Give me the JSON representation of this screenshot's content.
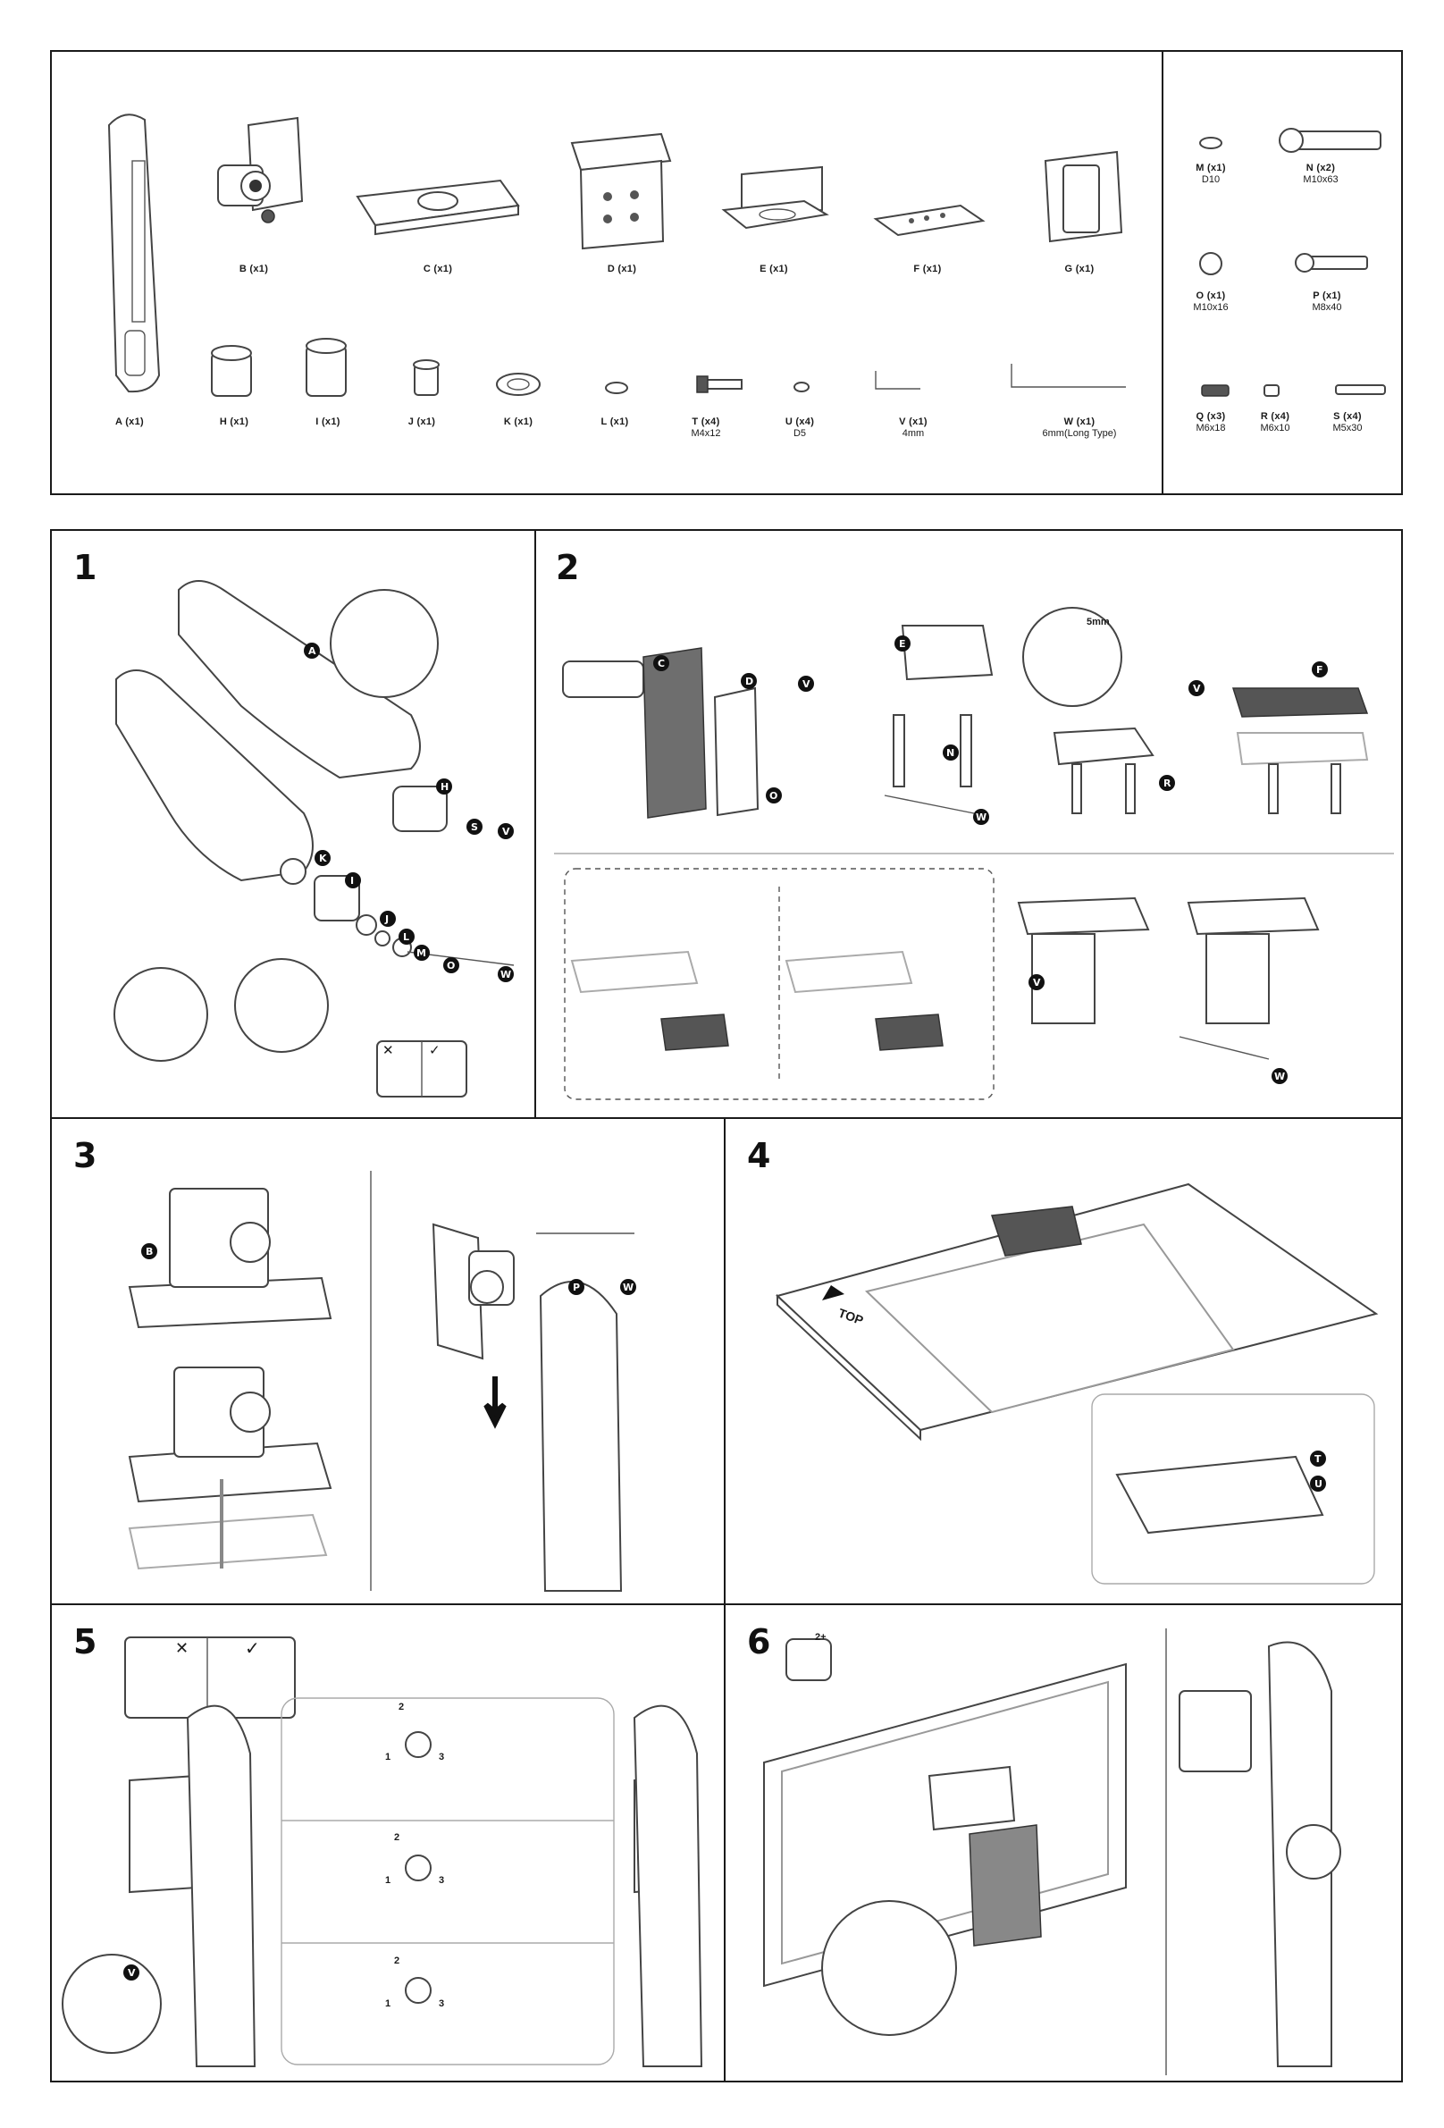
{
  "parts_top": [
    {
      "label": "B (x1)"
    },
    {
      "label": "C (x1)"
    },
    {
      "label": "D (x1)"
    },
    {
      "label": "E (x1)"
    },
    {
      "label": "F (x1)"
    },
    {
      "label": "G (x1)"
    }
  ],
  "parts_bottom": [
    {
      "label": "A (x1)",
      "sub": ""
    },
    {
      "label": "H (x1)",
      "sub": ""
    },
    {
      "label": "I (x1)",
      "sub": ""
    },
    {
      "label": "J (x1)",
      "sub": ""
    },
    {
      "label": "K (x1)",
      "sub": ""
    },
    {
      "label": "L (x1)",
      "sub": ""
    },
    {
      "label": "T (x4)",
      "sub": "M4x12"
    },
    {
      "label": "U (x4)",
      "sub": "D5"
    },
    {
      "label": "V (x1)",
      "sub": "4mm"
    },
    {
      "label": "W (x1)",
      "sub": "6mm(Long Type)"
    }
  ],
  "hardware": [
    {
      "label": "M (x1)",
      "sub": "D10"
    },
    {
      "label": "N (x2)",
      "sub": "M10x63"
    },
    {
      "label": "O (x1)",
      "sub": "M10x16"
    },
    {
      "label": "P (x1)",
      "sub": "M8x40"
    },
    {
      "label": "Q (x3)",
      "sub": "M6x18"
    },
    {
      "label": "R (x4)",
      "sub": "M6x10"
    },
    {
      "label": "S (x4)",
      "sub": "M5x30"
    }
  ],
  "steps": {
    "s1": "1",
    "s2": "2",
    "s3": "3",
    "s4": "4",
    "s5": "5",
    "s6": "6"
  },
  "callouts": {
    "A": "A",
    "B": "B",
    "C": "C",
    "D": "D",
    "E": "E",
    "F": "F",
    "H": "H",
    "I": "I",
    "J": "J",
    "K": "K",
    "L": "L",
    "M": "M",
    "N": "N",
    "O": "O",
    "P": "P",
    "R": "R",
    "S": "S",
    "T": "T",
    "U": "U",
    "V": "V",
    "W": "W"
  },
  "step2_dim": "5mm",
  "step4_top": "TOP",
  "step5_positions": {
    "p1": "1",
    "p2": "2",
    "p3": "3"
  },
  "step6_people": "2+",
  "marks": {
    "wrong": "✕",
    "right": "✓"
  }
}
